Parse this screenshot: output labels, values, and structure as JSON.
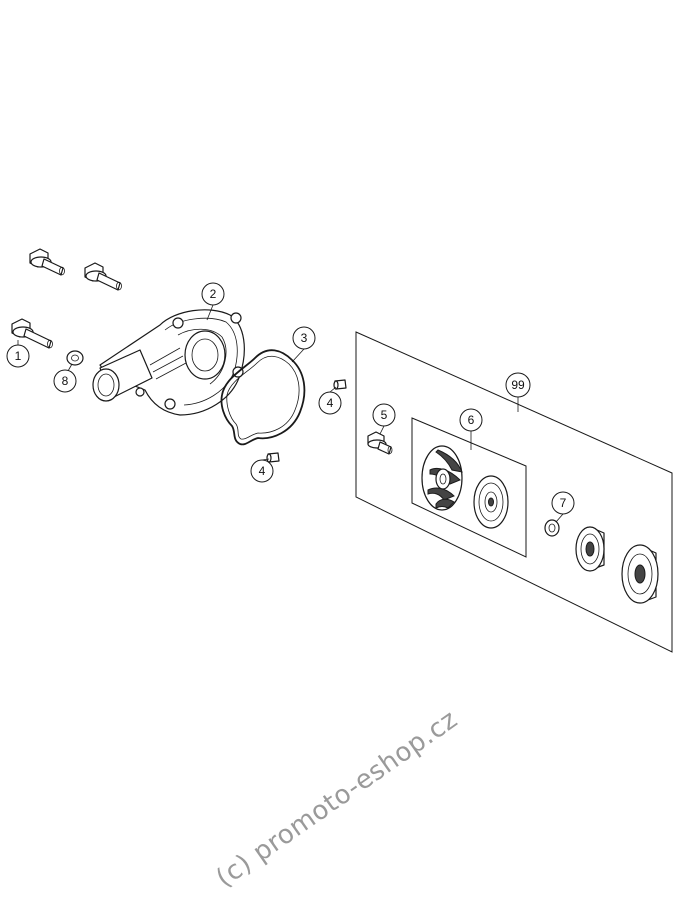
{
  "callouts": [
    {
      "id": "c1",
      "label": "1"
    },
    {
      "id": "c2",
      "label": "2"
    },
    {
      "id": "c3",
      "label": "3"
    },
    {
      "id": "c4a",
      "label": "4"
    },
    {
      "id": "c4b",
      "label": "4"
    },
    {
      "id": "c5",
      "label": "5"
    },
    {
      "id": "c6",
      "label": "6"
    },
    {
      "id": "c7",
      "label": "7"
    },
    {
      "id": "c8",
      "label": "8"
    },
    {
      "id": "c99",
      "label": "99"
    }
  ],
  "watermark": "(c) promoto-eshop.cz"
}
